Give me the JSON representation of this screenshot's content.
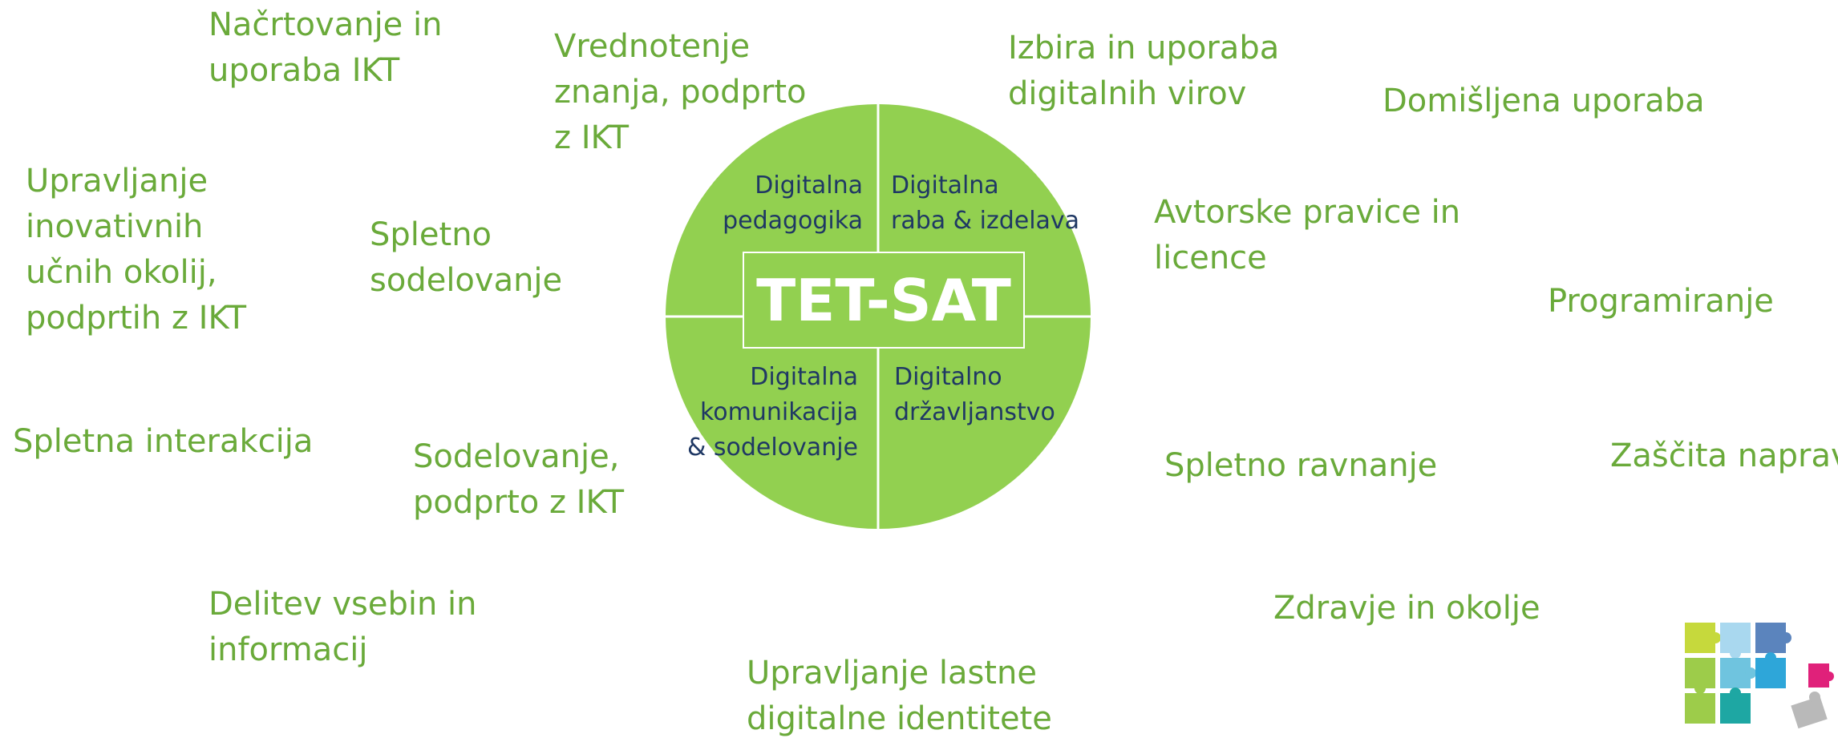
{
  "topics": [
    {
      "id": "nacrtovanje",
      "lines": [
        "Načrtovanje in",
        "uporaba IKT"
      ]
    },
    {
      "id": "vrednotenje",
      "lines": [
        "Vrednotenje",
        "znanja, podprto",
        "z IKT"
      ]
    },
    {
      "id": "izbira",
      "lines": [
        "Izbira in uporaba",
        "digitalnih virov"
      ]
    },
    {
      "id": "domisljena",
      "lines": [
        "Domišljena uporaba"
      ]
    },
    {
      "id": "upravljanje-okolij",
      "lines": [
        "Upravljanje",
        "inovativnih",
        "učnih okolij,",
        "podprtih z IKT"
      ]
    },
    {
      "id": "spletno-sodelovanje",
      "lines": [
        "Spletno",
        "sodelovanje"
      ]
    },
    {
      "id": "avtorske",
      "lines": [
        "Avtorske pravice in",
        "licence"
      ]
    },
    {
      "id": "programiranje",
      "lines": [
        "Programiranje"
      ]
    },
    {
      "id": "spletna-interakcija",
      "lines": [
        "Spletna interakcija"
      ]
    },
    {
      "id": "sodelovanje-ikt",
      "lines": [
        "Sodelovanje,",
        "podprto z IKT"
      ]
    },
    {
      "id": "spletno-ravnanje",
      "lines": [
        "Spletno ravnanje"
      ]
    },
    {
      "id": "zascita",
      "lines": [
        "Zaščita naprav"
      ]
    },
    {
      "id": "delitev",
      "lines": [
        "Delitev vsebin in",
        "informacij"
      ]
    },
    {
      "id": "zdravje",
      "lines": [
        "Zdravje in okolje"
      ]
    },
    {
      "id": "identiteta",
      "lines": [
        "Upravljanje lastne",
        "digitalne identitete"
      ]
    }
  ],
  "wheel": {
    "center_label": "TET-SAT",
    "quadrants": [
      {
        "id": "pedagogika",
        "lines": [
          "Digitalna",
          "pedagogika"
        ]
      },
      {
        "id": "raba",
        "lines": [
          "Digitalna",
          "raba & izdelava"
        ]
      },
      {
        "id": "komunikacija",
        "lines": [
          "Digitalna",
          "komunikacija",
          "& sodelovanje"
        ]
      },
      {
        "id": "drzavljanstvo",
        "lines": [
          "Digitalno",
          "državljanstvo"
        ]
      }
    ]
  },
  "colors": {
    "topic_text": "#6aaa3a",
    "wheel_fill": "#92d050",
    "wheel_lines": "#ffffff",
    "quadrant_text": "#1f3864",
    "center_text": "#ffffff"
  }
}
